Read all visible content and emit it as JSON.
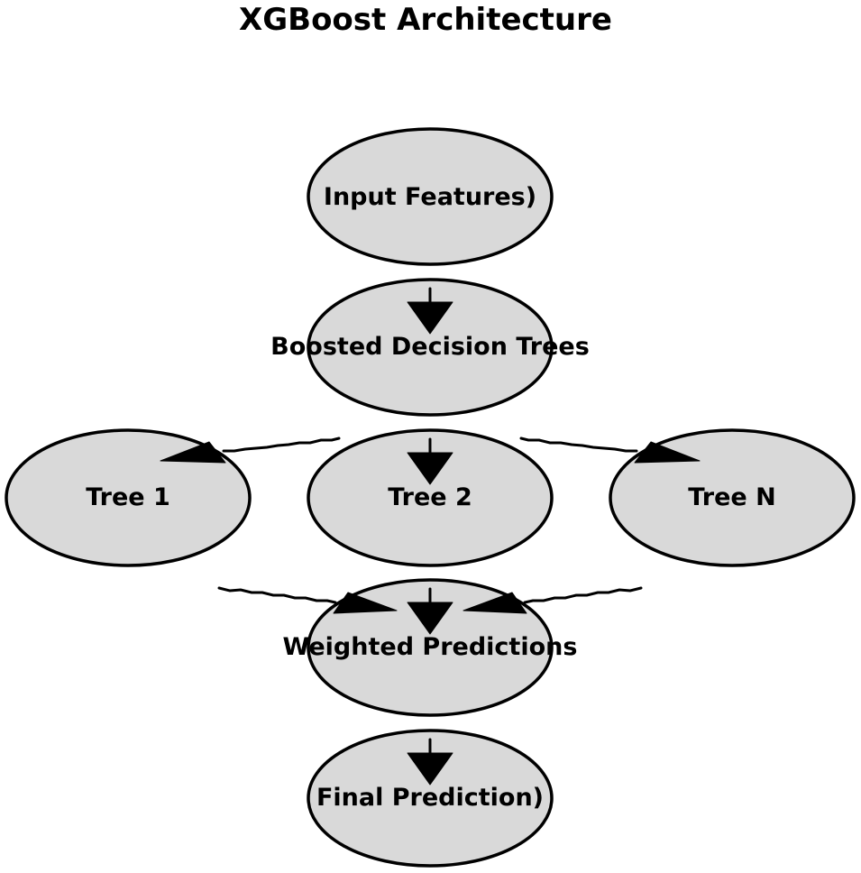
{
  "title": "XGBoost Architecture",
  "nodes": {
    "input": "Input Features)",
    "boosted": "Boosted Decision Trees",
    "tree1": "Tree 1",
    "tree2": "Tree 2",
    "treen": "Tree N",
    "weighted": "Weighted Predictions",
    "final": "Final Prediction)"
  },
  "colors": {
    "node_fill": "#d9d9d9",
    "stroke": "#000000",
    "background": "#ffffff"
  }
}
